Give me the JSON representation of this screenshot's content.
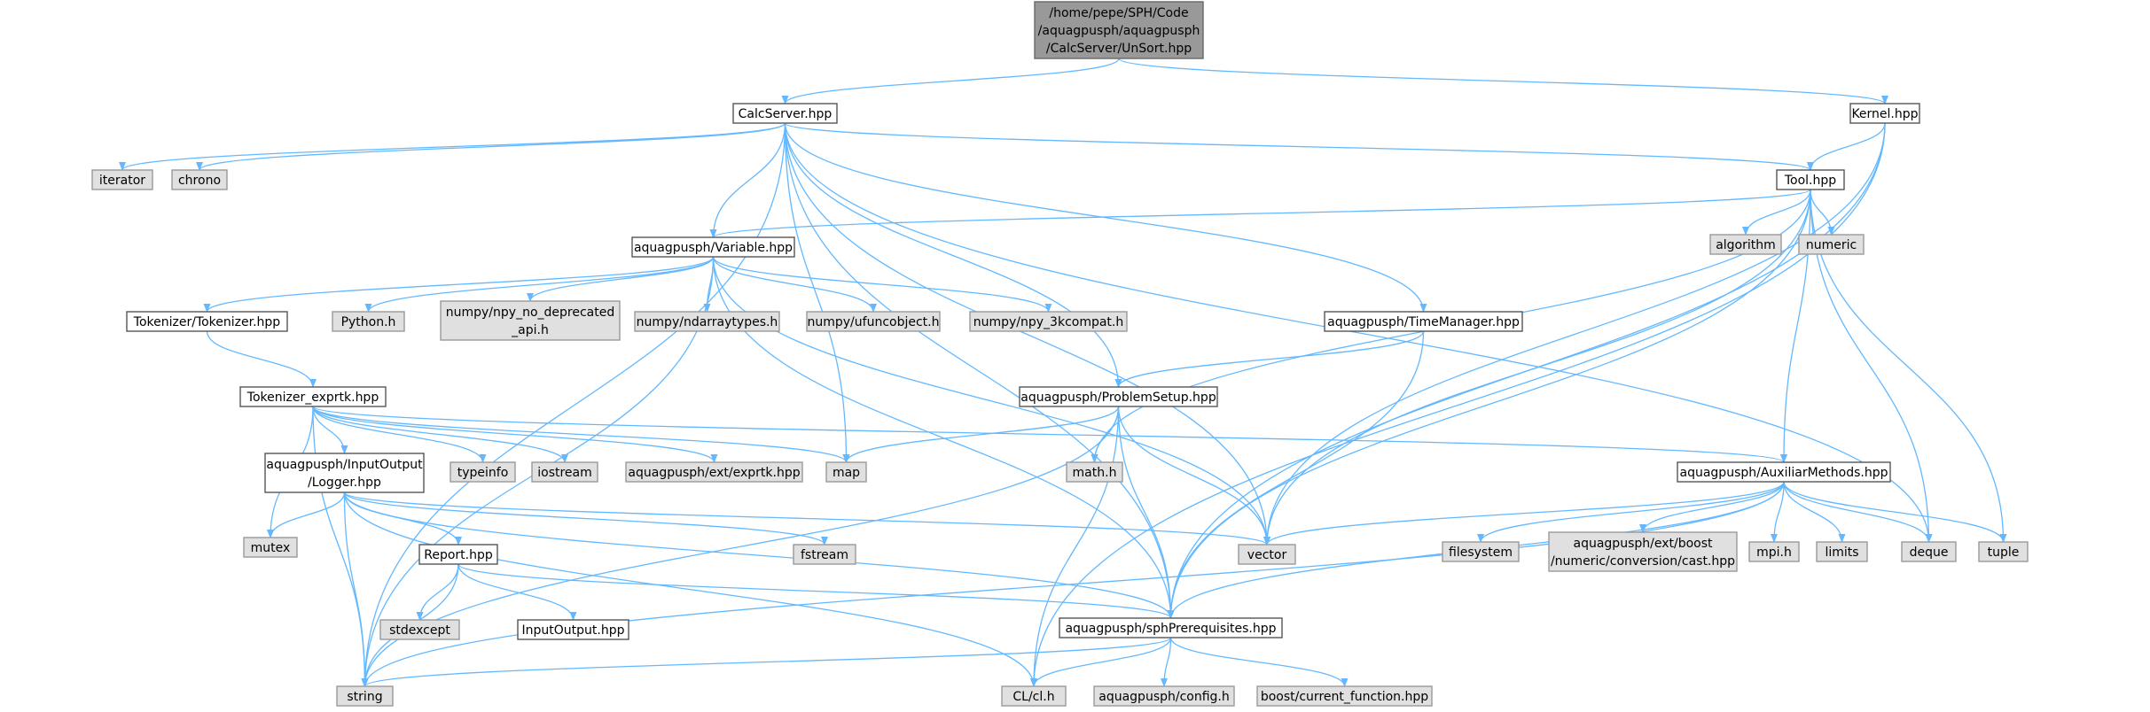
{
  "colors": {
    "edge": "#63b8ff",
    "root_fill": "#999999",
    "documented_fill": "#ffffff",
    "system_fill": "#e0e0e0"
  },
  "nodes": [
    {
      "id": "unsort",
      "kind": "root",
      "lines": [
        "/home/pepe/SPH/Code",
        "/aquagpusph/aquagpusph",
        "/CalcServer/UnSort.hpp"
      ]
    },
    {
      "id": "calcserver",
      "kind": "doc",
      "lines": [
        "CalcServer.hpp"
      ]
    },
    {
      "id": "kernel",
      "kind": "doc",
      "lines": [
        "Kernel.hpp"
      ]
    },
    {
      "id": "iterator",
      "kind": "sys",
      "lines": [
        "iterator"
      ]
    },
    {
      "id": "chrono",
      "kind": "sys",
      "lines": [
        "chrono"
      ]
    },
    {
      "id": "tool",
      "kind": "doc",
      "lines": [
        "Tool.hpp"
      ]
    },
    {
      "id": "algorithm",
      "kind": "sys",
      "lines": [
        "algorithm"
      ]
    },
    {
      "id": "numeric",
      "kind": "sys",
      "lines": [
        "numeric"
      ]
    },
    {
      "id": "variable",
      "kind": "doc",
      "lines": [
        "aquagpusph/Variable.hpp"
      ]
    },
    {
      "id": "tokenizer",
      "kind": "doc",
      "lines": [
        "Tokenizer/Tokenizer.hpp"
      ]
    },
    {
      "id": "pythonh",
      "kind": "sys",
      "lines": [
        "Python.h"
      ]
    },
    {
      "id": "npydep",
      "kind": "sys",
      "lines": [
        "numpy/npy_no_deprecated",
        "_api.h"
      ]
    },
    {
      "id": "ndarray",
      "kind": "sys",
      "lines": [
        "numpy/ndarraytypes.h"
      ]
    },
    {
      "id": "ufunc",
      "kind": "sys",
      "lines": [
        "numpy/ufuncobject.h"
      ]
    },
    {
      "id": "npy3k",
      "kind": "sys",
      "lines": [
        "numpy/npy_3kcompat.h"
      ]
    },
    {
      "id": "timemanager",
      "kind": "doc",
      "lines": [
        "aquagpusph/TimeManager.hpp"
      ]
    },
    {
      "id": "exprtk_tok",
      "kind": "doc",
      "lines": [
        "Tokenizer_exprtk.hpp"
      ]
    },
    {
      "id": "problemsetup",
      "kind": "doc",
      "lines": [
        "aquagpusph/ProblemSetup.hpp"
      ]
    },
    {
      "id": "logger",
      "kind": "doc",
      "lines": [
        "aquagpusph/InputOutput",
        "/Logger.hpp"
      ]
    },
    {
      "id": "typeinfo",
      "kind": "sys",
      "lines": [
        "typeinfo"
      ]
    },
    {
      "id": "iostream",
      "kind": "sys",
      "lines": [
        "iostream"
      ]
    },
    {
      "id": "extexprtk",
      "kind": "sys",
      "lines": [
        "aquagpusph/ext/exprtk.hpp"
      ]
    },
    {
      "id": "map",
      "kind": "sys",
      "lines": [
        "map"
      ]
    },
    {
      "id": "mathh",
      "kind": "sys",
      "lines": [
        "math.h"
      ]
    },
    {
      "id": "auxiliar",
      "kind": "doc",
      "lines": [
        "aquagpusph/AuxiliarMethods.hpp"
      ]
    },
    {
      "id": "mutex",
      "kind": "sys",
      "lines": [
        "mutex"
      ]
    },
    {
      "id": "report",
      "kind": "doc",
      "lines": [
        "Report.hpp"
      ]
    },
    {
      "id": "fstream",
      "kind": "sys",
      "lines": [
        "fstream"
      ]
    },
    {
      "id": "vector",
      "kind": "sys",
      "lines": [
        "vector"
      ]
    },
    {
      "id": "filesystem",
      "kind": "sys",
      "lines": [
        "filesystem"
      ]
    },
    {
      "id": "boostcast",
      "kind": "sys",
      "lines": [
        "aquagpusph/ext/boost",
        "/numeric/conversion/cast.hpp"
      ]
    },
    {
      "id": "mpih",
      "kind": "sys",
      "lines": [
        "mpi.h"
      ]
    },
    {
      "id": "limits",
      "kind": "sys",
      "lines": [
        "limits"
      ]
    },
    {
      "id": "deque",
      "kind": "sys",
      "lines": [
        "deque"
      ]
    },
    {
      "id": "tuple",
      "kind": "sys",
      "lines": [
        "tuple"
      ]
    },
    {
      "id": "stdexcept",
      "kind": "sys",
      "lines": [
        "stdexcept"
      ]
    },
    {
      "id": "inputoutput",
      "kind": "doc",
      "lines": [
        "InputOutput.hpp"
      ]
    },
    {
      "id": "sphprereq",
      "kind": "doc",
      "lines": [
        "aquagpusph/sphPrerequisites.hpp"
      ]
    },
    {
      "id": "string",
      "kind": "sys",
      "lines": [
        "string"
      ]
    },
    {
      "id": "clh",
      "kind": "sys",
      "lines": [
        "CL/cl.h"
      ]
    },
    {
      "id": "config",
      "kind": "sys",
      "lines": [
        "aquagpusph/config.h"
      ]
    },
    {
      "id": "boostcf",
      "kind": "sys",
      "lines": [
        "boost/current_function.hpp"
      ]
    }
  ],
  "edges": [
    [
      "unsort",
      "calcserver"
    ],
    [
      "unsort",
      "kernel"
    ],
    [
      "calcserver",
      "iterator"
    ],
    [
      "calcserver",
      "chrono"
    ],
    [
      "calcserver",
      "tool"
    ],
    [
      "calcserver",
      "variable"
    ],
    [
      "calcserver",
      "timemanager"
    ],
    [
      "calcserver",
      "problemsetup"
    ],
    [
      "calcserver",
      "map"
    ],
    [
      "calcserver",
      "vector"
    ],
    [
      "calcserver",
      "deque"
    ],
    [
      "calcserver",
      "string"
    ],
    [
      "calcserver",
      "sphprereq"
    ],
    [
      "kernel",
      "tool"
    ],
    [
      "kernel",
      "vector"
    ],
    [
      "kernel",
      "sphprereq"
    ],
    [
      "kernel",
      "clh"
    ],
    [
      "tool",
      "variable"
    ],
    [
      "tool",
      "algorithm"
    ],
    [
      "tool",
      "numeric"
    ],
    [
      "tool",
      "auxiliar"
    ],
    [
      "tool",
      "deque"
    ],
    [
      "tool",
      "tuple"
    ],
    [
      "tool",
      "vector"
    ],
    [
      "tool",
      "mathh"
    ],
    [
      "tool",
      "sphprereq"
    ],
    [
      "variable",
      "tokenizer"
    ],
    [
      "variable",
      "pythonh"
    ],
    [
      "variable",
      "npydep"
    ],
    [
      "variable",
      "ndarray"
    ],
    [
      "variable",
      "ufunc"
    ],
    [
      "variable",
      "npy3k"
    ],
    [
      "variable",
      "string"
    ],
    [
      "variable",
      "vector"
    ],
    [
      "variable",
      "sphprereq"
    ],
    [
      "tokenizer",
      "exprtk_tok"
    ],
    [
      "exprtk_tok",
      "logger"
    ],
    [
      "exprtk_tok",
      "typeinfo"
    ],
    [
      "exprtk_tok",
      "iostream"
    ],
    [
      "exprtk_tok",
      "extexprtk"
    ],
    [
      "exprtk_tok",
      "map"
    ],
    [
      "exprtk_tok",
      "auxiliar"
    ],
    [
      "exprtk_tok",
      "mutex"
    ],
    [
      "exprtk_tok",
      "string"
    ],
    [
      "timemanager",
      "problemsetup"
    ],
    [
      "timemanager",
      "sphprereq"
    ],
    [
      "problemsetup",
      "map"
    ],
    [
      "problemsetup",
      "mathh"
    ],
    [
      "problemsetup",
      "vector"
    ],
    [
      "problemsetup",
      "sphprereq"
    ],
    [
      "problemsetup",
      "string"
    ],
    [
      "problemsetup",
      "clh"
    ],
    [
      "logger",
      "mutex"
    ],
    [
      "logger",
      "report"
    ],
    [
      "logger",
      "fstream"
    ],
    [
      "logger",
      "vector"
    ],
    [
      "logger",
      "sphprereq"
    ],
    [
      "logger",
      "string"
    ],
    [
      "logger",
      "clh"
    ],
    [
      "auxiliar",
      "vector"
    ],
    [
      "auxiliar",
      "filesystem"
    ],
    [
      "auxiliar",
      "boostcast"
    ],
    [
      "auxiliar",
      "mpih"
    ],
    [
      "auxiliar",
      "limits"
    ],
    [
      "auxiliar",
      "deque"
    ],
    [
      "auxiliar",
      "tuple"
    ],
    [
      "auxiliar",
      "sphprereq"
    ],
    [
      "auxiliar",
      "string"
    ],
    [
      "report",
      "stdexcept"
    ],
    [
      "report",
      "inputoutput"
    ],
    [
      "report",
      "sphprereq"
    ],
    [
      "report",
      "string"
    ],
    [
      "sphprereq",
      "string"
    ],
    [
      "sphprereq",
      "clh"
    ],
    [
      "sphprereq",
      "config"
    ],
    [
      "sphprereq",
      "boostcf"
    ]
  ]
}
